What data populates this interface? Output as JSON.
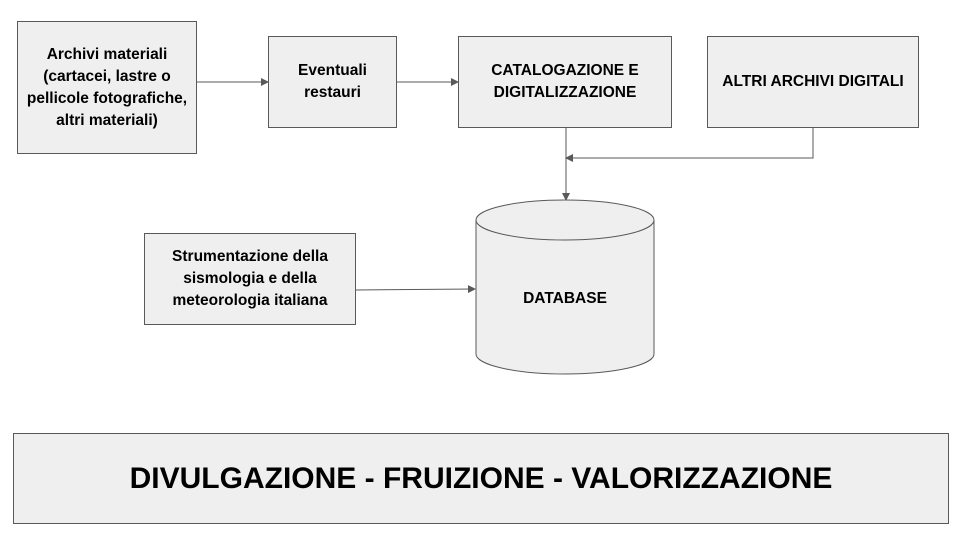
{
  "nodes": {
    "archivi_materiali": "Archivi materiali (cartacei, lastre o pellicole fotografiche, altri materiali)",
    "eventuali_restauri": "Eventuali restauri",
    "catalogazione": "CATALOGAZIONE E DIGITALIZZAZIONE",
    "altri_archivi": "ALTRI ARCHIVI DIGITALI",
    "strumentazione": "Strumentazione della sismologia e della meteorologia italiana",
    "database": "DATABASE"
  },
  "banner": {
    "text": "DIVULGAZIONE - FRUIZIONE - VALORIZZAZIONE"
  },
  "colors": {
    "box_fill": "#efefef",
    "border": "#595959",
    "text": "#000000"
  }
}
